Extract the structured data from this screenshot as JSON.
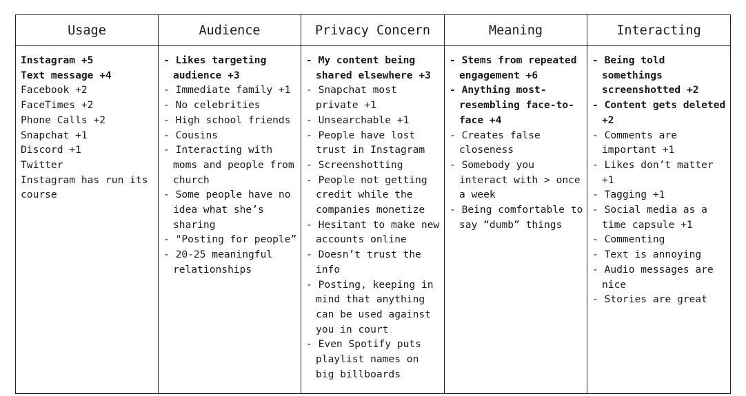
{
  "columns": [
    {
      "header": "Usage",
      "items": [
        {
          "text": "Instagram +5",
          "bold": true,
          "dash": false
        },
        {
          "text": "Text message +4",
          "bold": true,
          "dash": false
        },
        {
          "text": "Facebook +2",
          "bold": false,
          "dash": false
        },
        {
          "text": "FaceTimes +2",
          "bold": false,
          "dash": false
        },
        {
          "text": "Phone Calls +2",
          "bold": false,
          "dash": false
        },
        {
          "text": "Snapchat +1",
          "bold": false,
          "dash": false
        },
        {
          "text": "Discord +1",
          "bold": false,
          "dash": false
        },
        {
          "text": "Twitter",
          "bold": false,
          "dash": false
        },
        {
          "text": "Instagram has run its course",
          "bold": false,
          "dash": false
        }
      ]
    },
    {
      "header": "Audience",
      "items": [
        {
          "text": "- Likes targeting audience +3",
          "bold": true,
          "dash": true
        },
        {
          "text": "- Immediate family +1",
          "bold": false,
          "dash": true
        },
        {
          "text": "- No celebrities",
          "bold": false,
          "dash": true
        },
        {
          "text": "- High school friends",
          "bold": false,
          "dash": true
        },
        {
          "text": "- Cousins",
          "bold": false,
          "dash": true
        },
        {
          "text": "- Interacting with moms and people from church",
          "bold": false,
          "dash": true
        },
        {
          "text": "- Some people have no idea what she’s sharing",
          "bold": false,
          "dash": true
        },
        {
          "text": "- \"Posting for people”",
          "bold": false,
          "dash": true
        },
        {
          "text": "- 20-25 meaningful relationships",
          "bold": false,
          "dash": true
        }
      ]
    },
    {
      "header": "Privacy Concern",
      "items": [
        {
          "text": "- My content being shared elsewhere +3",
          "bold": true,
          "dash": true
        },
        {
          "text": "- Snapchat most private +1",
          "bold": false,
          "dash": true
        },
        {
          "text": "- Unsearchable +1",
          "bold": false,
          "dash": true
        },
        {
          "text": "- People have lost trust in Instagram",
          "bold": false,
          "dash": true
        },
        {
          "text": "- Screenshotting",
          "bold": false,
          "dash": true
        },
        {
          "text": "- People not getting credit while the companies monetize",
          "bold": false,
          "dash": true
        },
        {
          "text": "- Hesitant to make new accounts online",
          "bold": false,
          "dash": true
        },
        {
          "text": "- Doesn’t trust the info",
          "bold": false,
          "dash": true
        },
        {
          "text": "- Posting, keeping in mind that anything can be used against you in court",
          "bold": false,
          "dash": true
        },
        {
          "text": "- Even Spotify puts playlist names on big billboards",
          "bold": false,
          "dash": true
        }
      ]
    },
    {
      "header": "Meaning",
      "items": [
        {
          "text": "- Stems from repeated engagement +6",
          "bold": true,
          "dash": true
        },
        {
          "text": "- Anything most-resembling face-to-face +4",
          "bold": true,
          "dash": true
        },
        {
          "text": "- Creates false closeness",
          "bold": false,
          "dash": true
        },
        {
          "text": "- Somebody you interact with > once a week",
          "bold": false,
          "dash": true
        },
        {
          "text": "- Being comfortable to say “dumb” things",
          "bold": false,
          "dash": true
        }
      ]
    },
    {
      "header": "Interacting",
      "items": [
        {
          "text": "- Being told somethings screenshotted +2",
          "bold": true,
          "dash": true
        },
        {
          "text": "- Content gets deleted +2",
          "bold": true,
          "dash": true
        },
        {
          "text": "- Comments are important +1",
          "bold": false,
          "dash": true
        },
        {
          "text": "- Likes don’t matter +1",
          "bold": false,
          "dash": true
        },
        {
          "text": "- Tagging +1",
          "bold": false,
          "dash": true
        },
        {
          "text": "- Social media as a time capsule +1",
          "bold": false,
          "dash": true
        },
        {
          "text": "- Commenting",
          "bold": false,
          "dash": true
        },
        {
          "text": "- Text is annoying",
          "bold": false,
          "dash": true
        },
        {
          "text": "- Audio messages are nice",
          "bold": false,
          "dash": true
        },
        {
          "text": "- Stories are great",
          "bold": false,
          "dash": true
        }
      ]
    }
  ]
}
